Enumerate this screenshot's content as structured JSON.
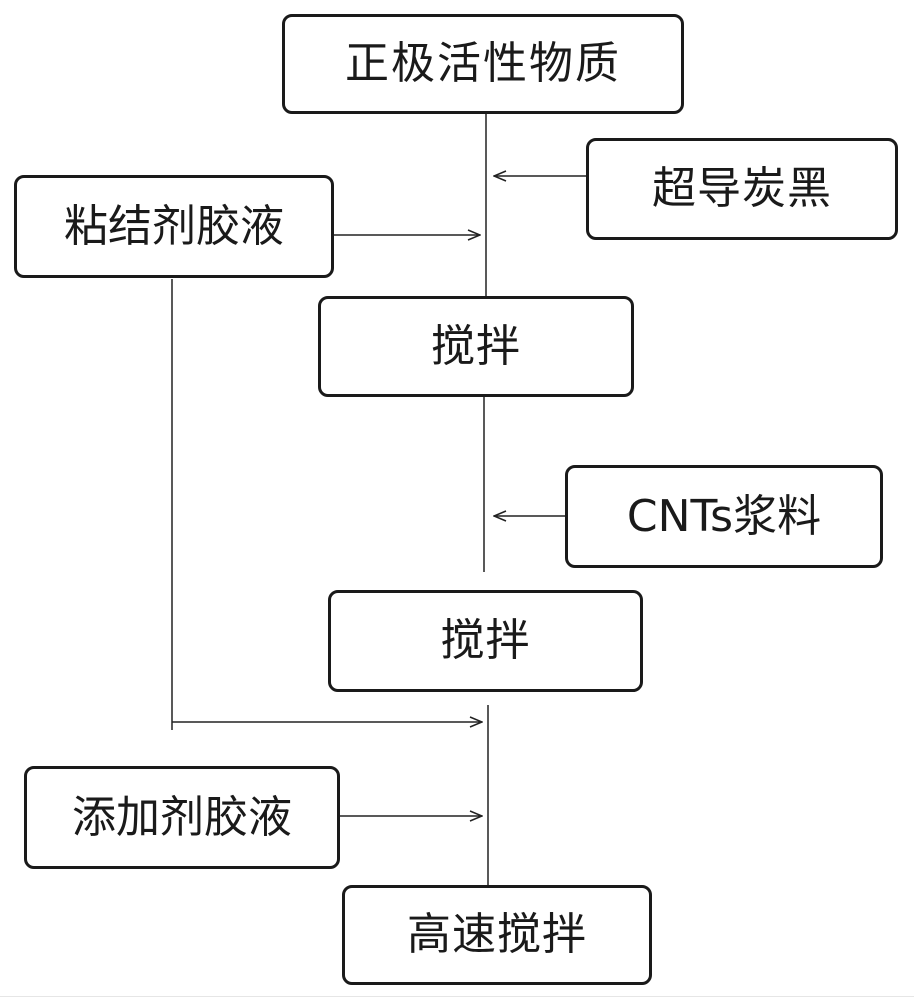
{
  "diagram": {
    "nodes": {
      "cathode_active_material": "正极活性物质",
      "super_conductive_carbon_black": "超导炭黑",
      "binder_glue": "粘结剂胶液",
      "stir_1": "搅拌",
      "cnts_slurry": "CNTs浆料",
      "stir_2": "搅拌",
      "additive_glue": "添加剂胶液",
      "high_speed_stir": "高速搅拌"
    },
    "edges": [
      {
        "from": "cathode_active_material",
        "to": "stir_1"
      },
      {
        "from": "super_conductive_carbon_black",
        "to": "stir_1"
      },
      {
        "from": "binder_glue",
        "to": "stir_1"
      },
      {
        "from": "stir_1",
        "to": "stir_2"
      },
      {
        "from": "cnts_slurry",
        "to": "stir_2"
      },
      {
        "from": "stir_2",
        "to": "high_speed_stir"
      },
      {
        "from": "binder_glue",
        "to": "high_speed_stir"
      },
      {
        "from": "additive_glue",
        "to": "high_speed_stir"
      }
    ],
    "colors": {
      "stroke": "#1a1a1a",
      "background": "#ffffff"
    }
  }
}
